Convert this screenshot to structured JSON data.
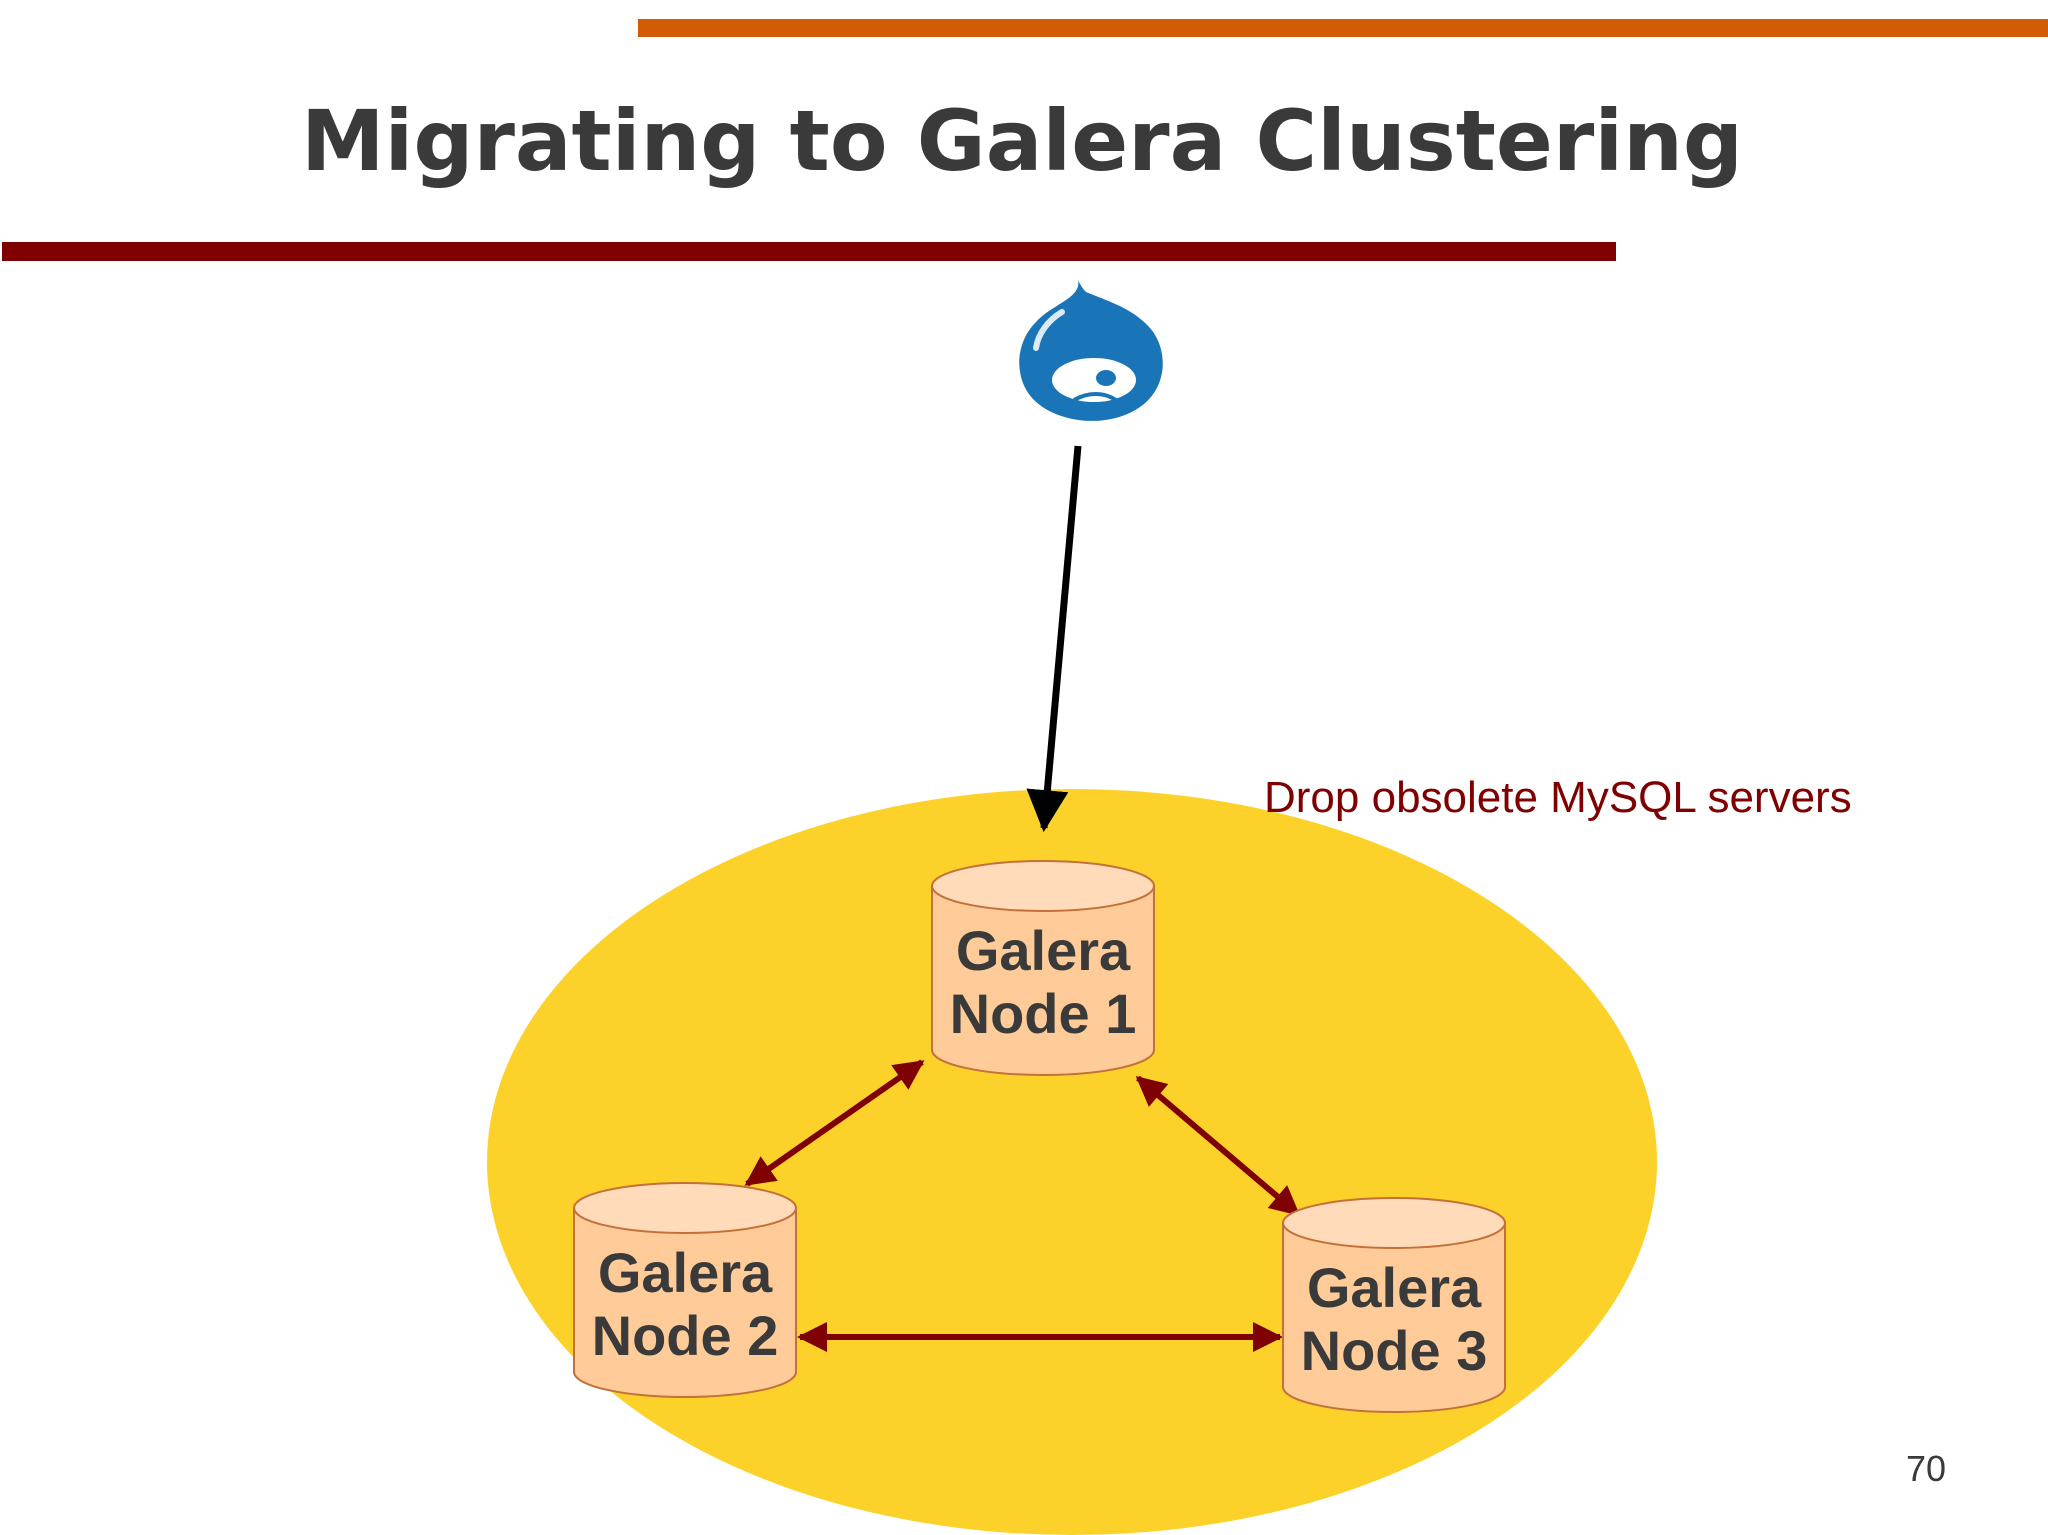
{
  "slide": {
    "title": "Migrating to Galera Clustering",
    "page_number": "70",
    "colors": {
      "accent_orange": "#d35a06",
      "accent_maroon": "#7f0000",
      "cluster_fill": "#fcd22a",
      "node_fill": "#ffcc99",
      "node_top": "#ffdbb9",
      "text": "#3a3a3a"
    }
  },
  "diagram": {
    "client_icon": "drupal-logo-icon",
    "annotation": "Drop obsolete MySQL servers",
    "nodes": [
      {
        "line1": "Galera",
        "line2": "Node 1"
      },
      {
        "line1": "Galera",
        "line2": "Node 2"
      },
      {
        "line1": "Galera",
        "line2": "Node 3"
      }
    ]
  }
}
